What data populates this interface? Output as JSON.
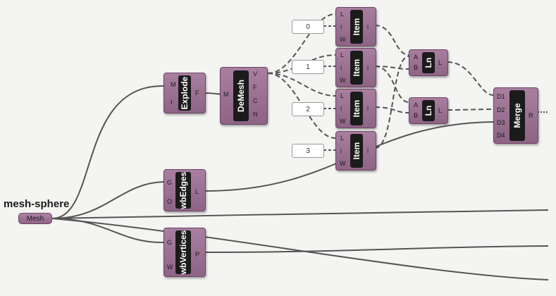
{
  "label": "mesh-sphere",
  "mesh_param": "Mesh",
  "explode": {
    "title": "Explode",
    "in": [
      "M",
      "I"
    ],
    "out": [
      "F"
    ]
  },
  "demesh": {
    "title": "DeMesh",
    "in": [
      "M"
    ],
    "out": [
      "V",
      "F",
      "C",
      "N"
    ]
  },
  "wbedges": {
    "title": "wbEdges",
    "in": [
      "G",
      "O"
    ],
    "out": [
      "L"
    ]
  },
  "wbvertices": {
    "title": "wbVertices",
    "in": [
      "G",
      "W"
    ],
    "out": [
      "P"
    ]
  },
  "numbers": [
    "0",
    "1",
    "2",
    "3"
  ],
  "item": {
    "title": "Item",
    "in": [
      "L",
      "i",
      "W"
    ],
    "out": [
      "i"
    ]
  },
  "ln": {
    "title": "Ln",
    "in": [
      "A",
      "B"
    ],
    "out": [
      "L"
    ]
  },
  "merge": {
    "title": "Merge",
    "in": [
      "D1",
      "D2",
      "D3",
      "D4"
    ],
    "out": [
      "R"
    ]
  }
}
